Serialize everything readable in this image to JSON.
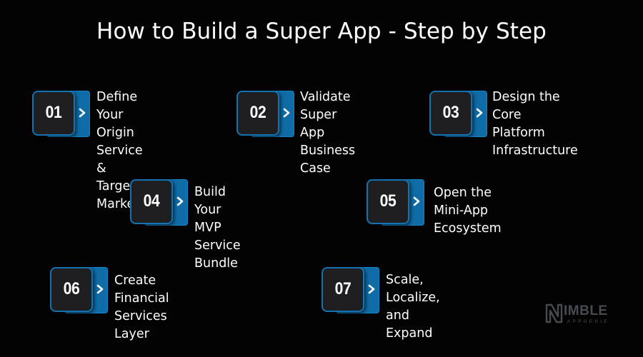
{
  "title": "How to Build a Super App - Step by Step",
  "colors": {
    "background": "#030304",
    "accent_blue": "#0f6ca6",
    "badge_fill": "#1f1f22",
    "text": "#ffffff"
  },
  "steps": [
    {
      "number": "01",
      "label": "Define Your Origin\nService & Target\nMarket"
    },
    {
      "number": "02",
      "label": "Validate Super\nApp Business\nCase"
    },
    {
      "number": "03",
      "label": "Design the Core\nPlatform\nInfrastructure"
    },
    {
      "number": "04",
      "label": "Build Your MVP\nService Bundle"
    },
    {
      "number": "05",
      "label": "Open the Mini-App\nEcosystem"
    },
    {
      "number": "06",
      "label": "Create Financial\nServices Layer"
    },
    {
      "number": "07",
      "label": "Scale, Localize, and\nExpand"
    }
  ],
  "logo": {
    "icon": "nimble-n-logo-icon",
    "word": "IMBLE",
    "sub": "APPGENIE"
  }
}
